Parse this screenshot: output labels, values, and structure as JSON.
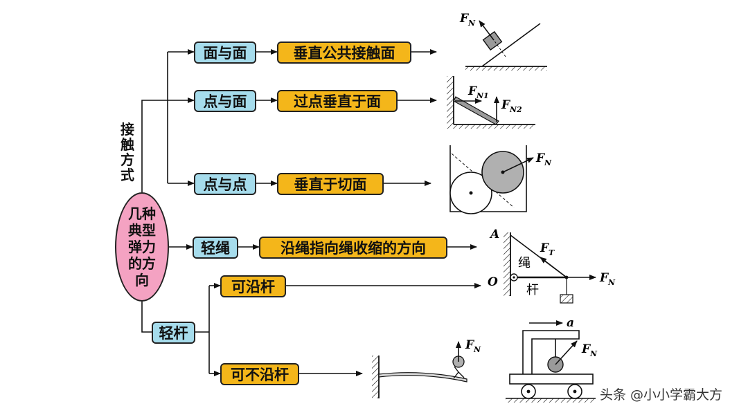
{
  "root": {
    "label": "几种典型弹力的方向"
  },
  "contact_group_label": "接触方式",
  "branches": [
    {
      "type": "面与面",
      "direction": "垂直公共接触面"
    },
    {
      "type": "点与面",
      "direction": "过点垂直于面"
    },
    {
      "type": "点与点",
      "direction": "垂直于切面"
    },
    {
      "type": "轻绳",
      "direction": "沿绳指向绳收缩的方向"
    },
    {
      "type": "轻杆",
      "sub": [
        "可沿杆",
        "可不沿杆"
      ]
    }
  ],
  "figures": {
    "plane": {
      "force": "F",
      "sub": "N"
    },
    "wall": {
      "f1": "F",
      "f1_sub": "N1",
      "f2": "F",
      "f2_sub": "N2"
    },
    "spheres": {
      "force": "F",
      "sub": "N"
    },
    "rope": {
      "a": "A",
      "o": "O",
      "ft": "F",
      "ft_sub": "T",
      "fn": "F",
      "fn_sub": "N",
      "rope_label": "绳",
      "rod_label": "杆"
    },
    "diver": {
      "force": "F",
      "sub": "N"
    },
    "cart": {
      "accel": "a",
      "force": "F",
      "sub": "N"
    }
  },
  "watermark": "头条 @小小学霸大方"
}
